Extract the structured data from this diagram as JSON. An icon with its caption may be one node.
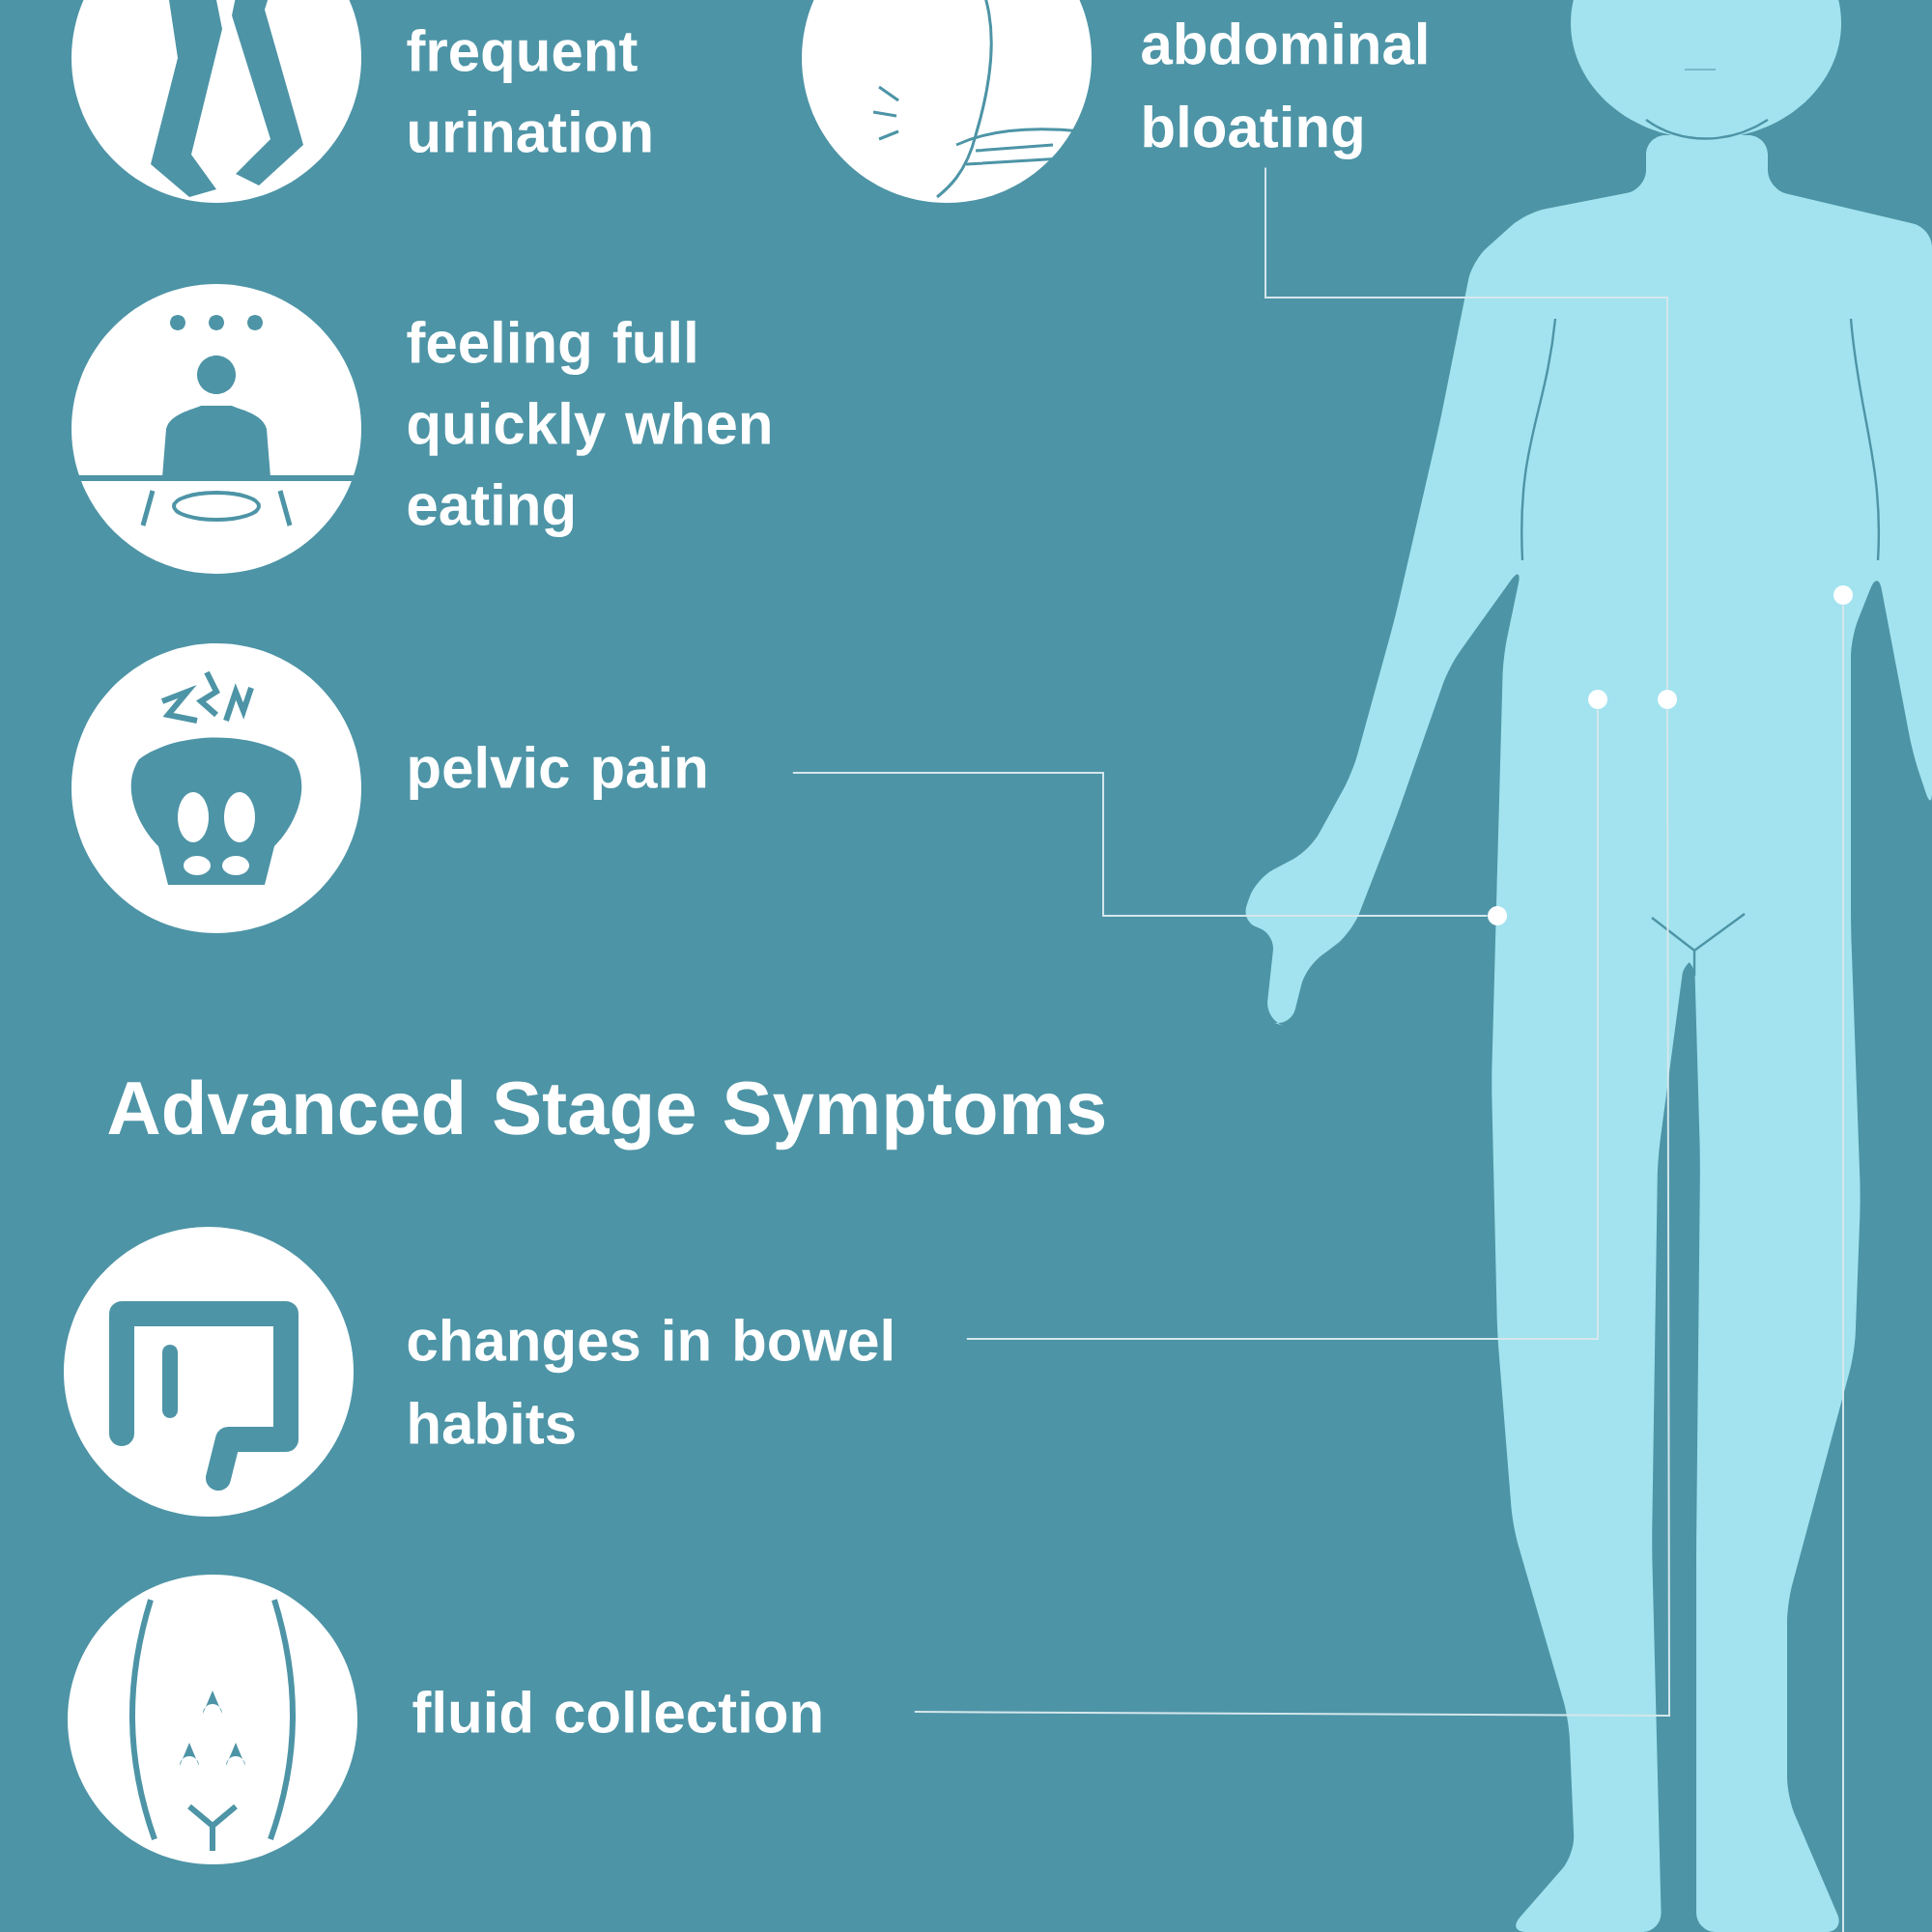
{
  "diagram": {
    "nodes": [
      {
        "text": [
          "abdominal bloating"
        ]
      },
      {
        "text": [
          "pelvic pain"
        ]
      },
      {
        "text": [
          "changes in bowel habits"
        ]
      },
      {
        "text": [
          "fluid collection"
        ]
      },
      {
        "text": [],
        "shape": "circle"
      },
      {
        "text": [],
        "shape": "circle"
      },
      {
        "text": [],
        "shape": "circle"
      },
      {
        "text": [],
        "shape": "circle"
      }
    ],
    "edges": [
      {
        "from": 0,
        "to": 4,
        "arrow": "none"
      },
      {
        "from": 1,
        "to": 6,
        "arrow": "none"
      },
      {
        "from": 2,
        "to": 5,
        "arrow": "none"
      },
      {
        "from": 3,
        "to": 4,
        "arrow": "none"
      },
      {
        "from": null,
        "to": 7,
        "arrow": "none"
      }
    ],
    "labels": [
      "frequent urination",
      "feeling full quickly when eating",
      "Advanced Stage Symptoms"
    ]
  }
}
